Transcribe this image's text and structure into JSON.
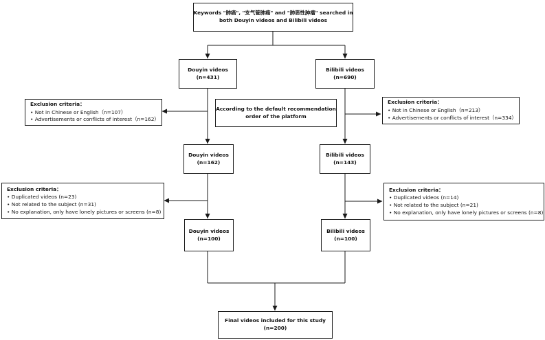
{
  "start": {
    "line1": "Keywords \"肺癌\", \"支气管肺癌\" and \"肺恶性肿瘤\" searched in",
    "line2": "both Douyin videos and Bilibili videos"
  },
  "douyin_1": {
    "label": "Douyin videos",
    "count": "(n=431)"
  },
  "bilibili_1": {
    "label": "Bilibili videos",
    "count": "(n=690)"
  },
  "order_note": {
    "line1": "According to the default recommendation",
    "line2": "order of the platform"
  },
  "exclusion_douyin_1": {
    "title": "Exclusion criteria：",
    "items": [
      "Not in Chinese or English（n=107）",
      "Advertisements or conflicts of interest（n=162）"
    ]
  },
  "exclusion_bilibili_1": {
    "title": "Exclusion criteria：",
    "items": [
      "Not in Chinese or English（n=213）",
      "Advertisements or conflicts of interest（n=334）"
    ]
  },
  "douyin_2": {
    "label": "Douyin videos",
    "count": "(n=162)"
  },
  "bilibili_2": {
    "label": "Bilibili videos",
    "count": "(n=143)"
  },
  "exclusion_douyin_2": {
    "title": "Exclusion criteria：",
    "items": [
      "Duplicated videos (n=23)",
      "Not related to the subject (n=31)",
      "No explanation, only have lonely pictures or screens (n=8)"
    ]
  },
  "exclusion_bilibili_2": {
    "title": "Exclusion criteria：",
    "items": [
      "Duplicated videos (n=14)",
      "Not related to the subject (n=21)",
      "No explanation, only have lonely pictures or screens (n=8)"
    ]
  },
  "douyin_3": {
    "label": "Douyin videos",
    "count": "(n=100)"
  },
  "bilibili_3": {
    "label": "Bilibili videos",
    "count": "(n=100)"
  },
  "final": {
    "label": "Final videos included for this study",
    "count": "(n=200)"
  },
  "colors": {
    "line": "#1a1a1a",
    "box_border": "#1a1a1a"
  }
}
